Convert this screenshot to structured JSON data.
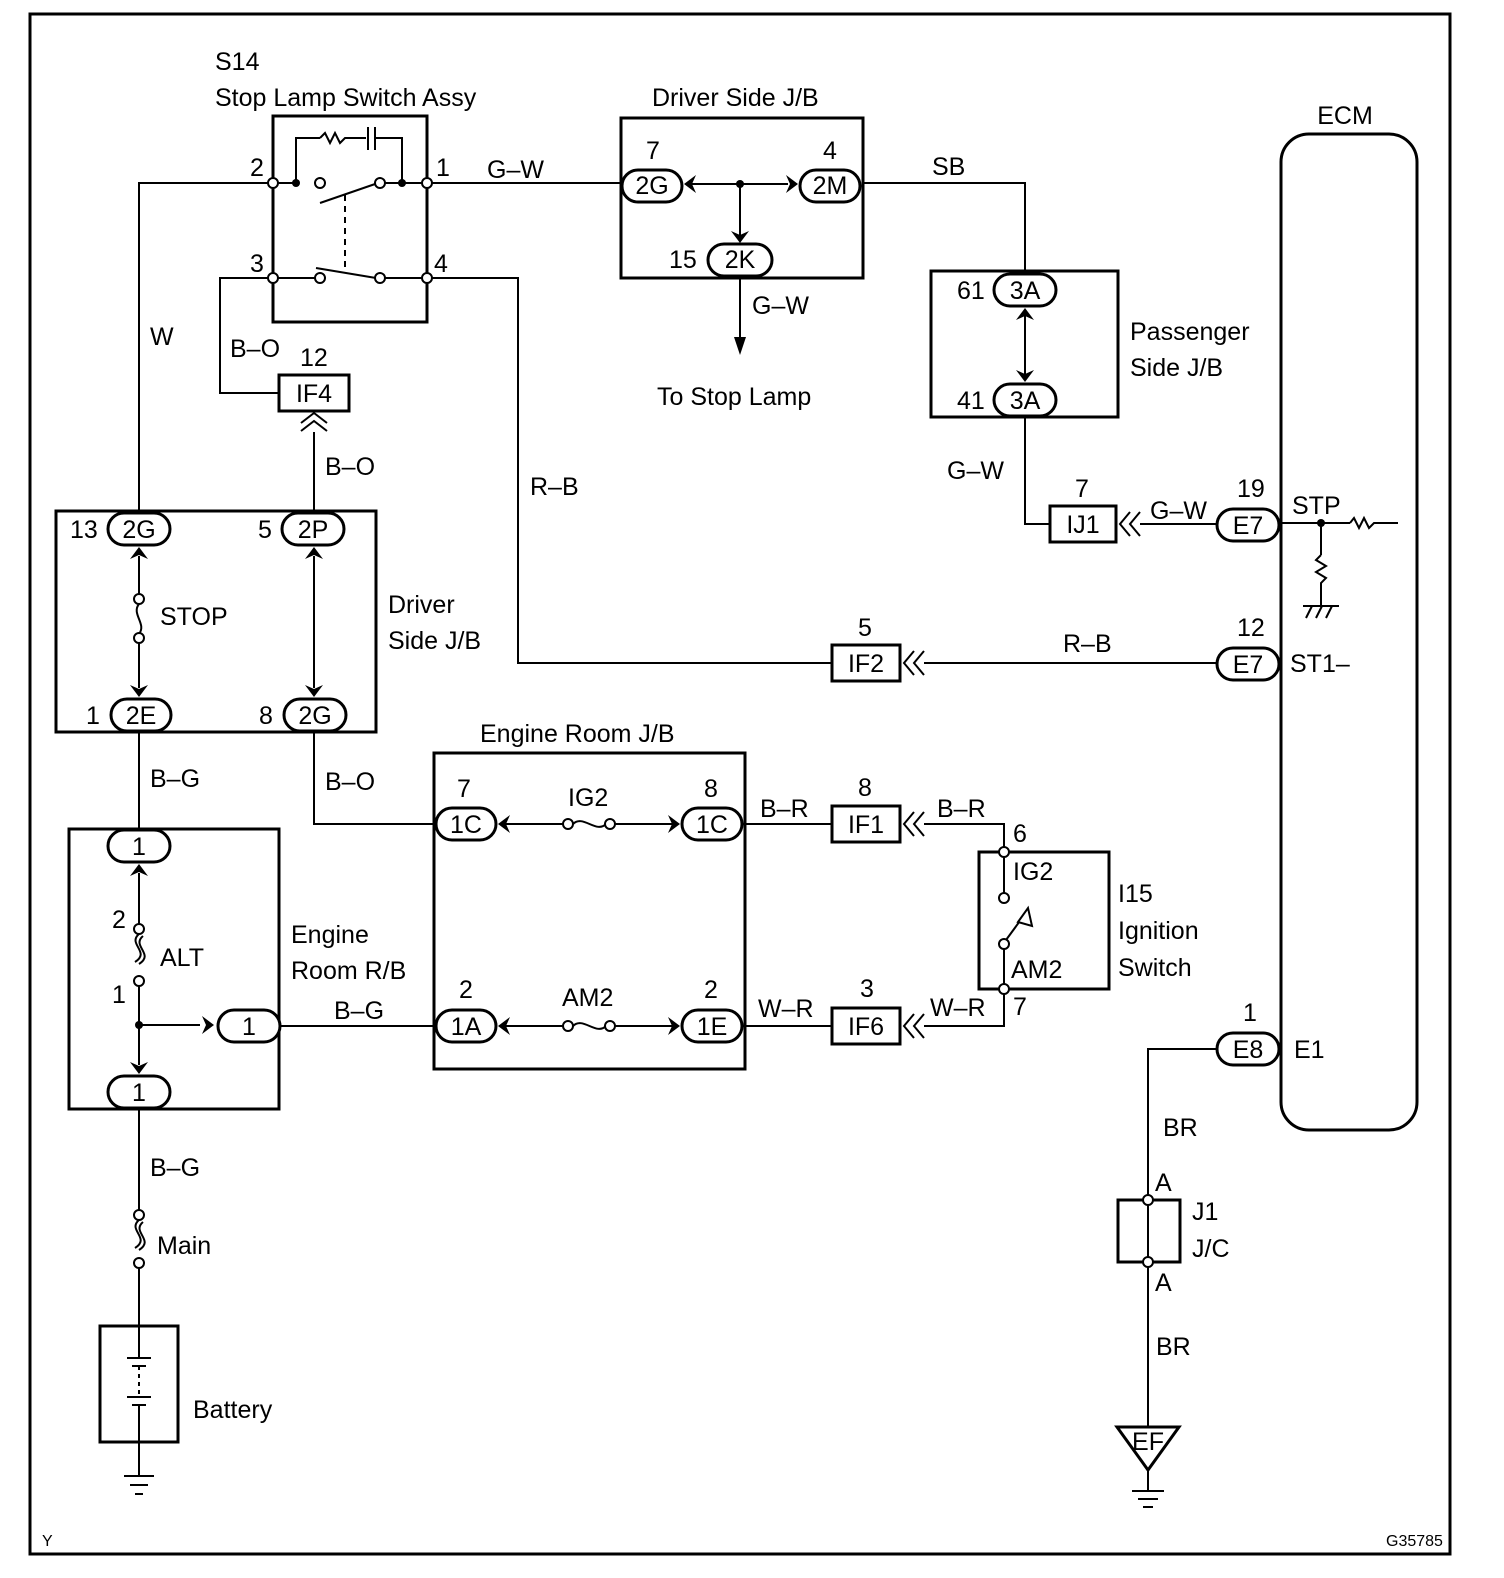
{
  "stop_lamp_switch": {
    "code": "S14",
    "name": "Stop Lamp Switch Assy",
    "pins": [
      "2",
      "1",
      "3",
      "4"
    ]
  },
  "driver_jb_top": {
    "title": "Driver Side J/B",
    "c2g": "2G",
    "c2g_pin": "7",
    "c2m": "2M",
    "c2m_pin": "4",
    "c2k": "2K",
    "c2k_pin": "15"
  },
  "to_stop_lamp": "To Stop Lamp",
  "passenger_jb": {
    "title1": "Passenger",
    "title2": "Side J/B",
    "c1": "3A",
    "c1_pin": "61",
    "c2": "3A",
    "c2_pin": "41"
  },
  "ecm": {
    "title": "ECM",
    "stp_label": "STP",
    "st1_label": "ST1–",
    "e1_label": "E1",
    "e7a": "E7",
    "e7a_pin": "19",
    "e7b": "E7",
    "e7b_pin": "12",
    "e8": "E8",
    "e8_pin": "1"
  },
  "if4": {
    "name": "IF4",
    "pin": "12"
  },
  "ij1": {
    "name": "IJ1",
    "pin": "7"
  },
  "if2": {
    "name": "IF2",
    "pin": "5"
  },
  "if1": {
    "name": "IF1",
    "pin": "8"
  },
  "if6": {
    "name": "IF6",
    "pin": "3"
  },
  "driver_jb_mid": {
    "title1": "Driver",
    "title2": "Side J/B",
    "fuse": "STOP",
    "c13": "2G",
    "c13_pin": "13",
    "c5": "2P",
    "c5_pin": "5",
    "c1": "2E",
    "c1_pin": "1",
    "c8": "2G",
    "c8_pin": "8"
  },
  "engine_room_jb": {
    "title": "Engine Room J/B",
    "fuse1": "IG2",
    "fuse2": "AM2",
    "c7": "1C",
    "c7_pin": "7",
    "c8": "1C",
    "c8_pin": "8",
    "c2a": "1A",
    "c2a_pin": "2",
    "c2e": "1E",
    "c2e_pin": "2"
  },
  "engine_room_rb": {
    "title1": "Engine",
    "title2": "Room R/B",
    "fuse": "ALT",
    "fuse_pin_top": "2",
    "fuse_pin_bot": "1",
    "ctop": "1",
    "cright": "1",
    "cbot": "1"
  },
  "ignition_switch": {
    "code": "I15",
    "name1": "Ignition",
    "name2": "Switch",
    "ig2": "IG2",
    "am2": "AM2",
    "pin_top": "6",
    "pin_bot": "7"
  },
  "junction": {
    "name1": "J1",
    "name2": "J/C",
    "pin_top": "A",
    "pin_bot": "A"
  },
  "ground": {
    "label": "EF"
  },
  "main_fuse": "Main",
  "battery": "Battery",
  "wires": {
    "gw1": "G–W",
    "sb": "SB",
    "gw_stop": "G–W",
    "w": "W",
    "bo1": "B–O",
    "bo2": "B–O",
    "rb1": "R–B",
    "gw2": "G–W",
    "gw3": "G–W",
    "rb2": "R–B",
    "bg1": "B–G",
    "bo3": "B–O",
    "br1": "B–R",
    "br2": "B–R",
    "bg2": "B–G",
    "wr1": "W–R",
    "wr2": "W–R",
    "bg3": "B–G",
    "brw1": "BR",
    "brw2": "BR"
  },
  "footer": {
    "left": "Y",
    "right": "G35785"
  }
}
